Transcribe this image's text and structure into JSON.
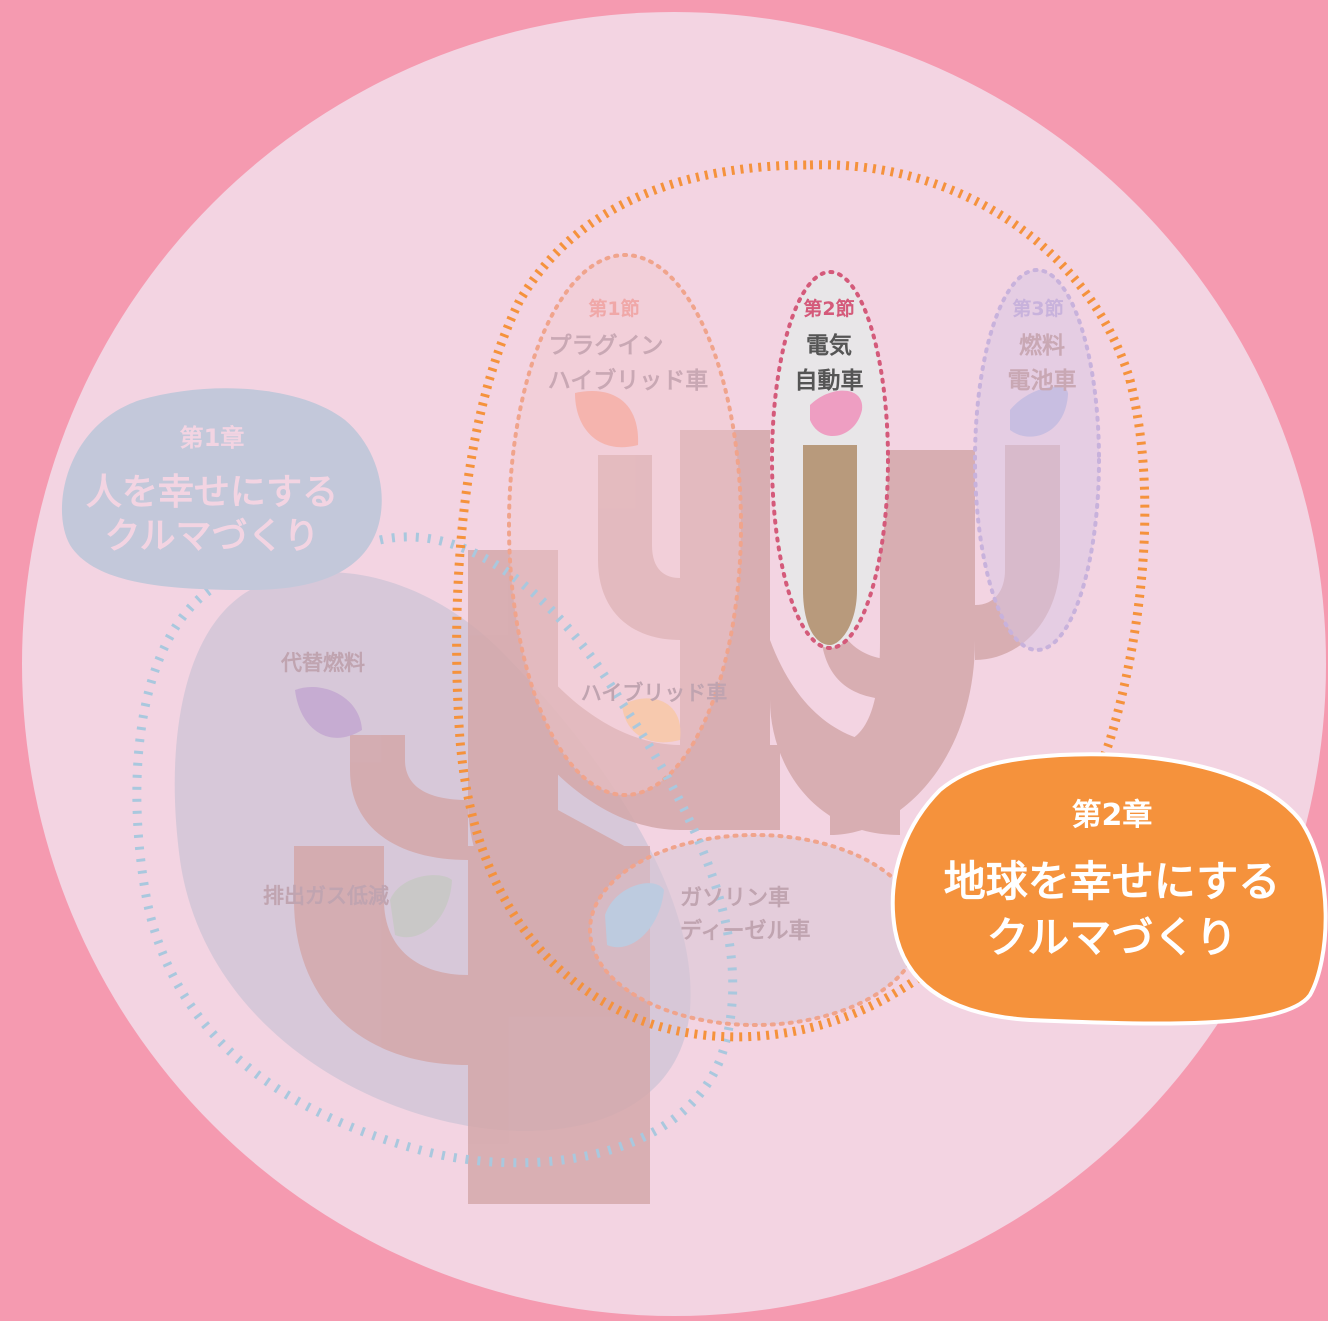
{
  "colors": {
    "page_bg": "#f59ab0",
    "main_circle": "#f3d4e2",
    "trunk": "#d4a8aa",
    "active_trunk": "#b89a7c",
    "orange": "#f5923c",
    "blue_dots": "#a9c8de",
    "chapter1_bg": "#c3c8da",
    "chapter1_text": "#f3d4e2",
    "chapter2_bg": "#f5923c",
    "chapter2_text": "#ffffff",
    "muted_text": "#c9a8b4",
    "active_text": "#555555",
    "active_section_label": "#d45a7a"
  },
  "chapter1": {
    "label": "第1章",
    "title_line1": "人を幸せにする",
    "title_line2": "クルマづくり"
  },
  "chapter2": {
    "label": "第2章",
    "title_line1": "地球を幸せにする",
    "title_line2": "クルマづくり"
  },
  "sections": {
    "s1": {
      "label": "第1節",
      "line1": "プラグイン",
      "line2": "ハイブリッド車"
    },
    "s2": {
      "label": "第2節",
      "line1": "電気",
      "line2": "自動車"
    },
    "s3": {
      "label": "第3節",
      "line1": "燃料",
      "line2": "電池車"
    }
  },
  "branches": {
    "alt_fuel": "代替燃料",
    "emission": "排出ガス低減",
    "hybrid": "ハイブリッド車",
    "gasoline_line1": "ガソリン車",
    "gasoline_line2": "ディーゼル車"
  }
}
